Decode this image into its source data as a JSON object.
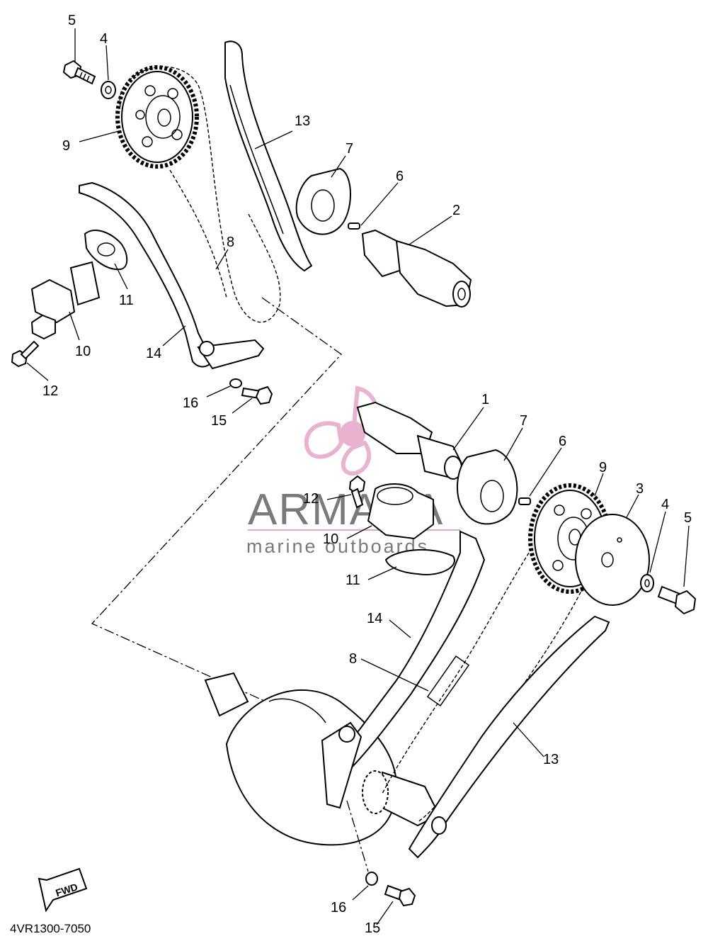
{
  "diagram_code": "4VR1300-7050",
  "fwd_label": "FWD",
  "watermark": {
    "brand": "ARMADA",
    "tagline": "marine outboards",
    "pink": "#e6a6c8",
    "grey": "#7a7a7a"
  },
  "labels": {
    "upper": {
      "p5": "5",
      "p4": "4",
      "p9": "9",
      "p13": "13",
      "p7": "7",
      "p6": "6",
      "p2": "2",
      "p8": "8",
      "p11": "11",
      "p10": "10",
      "p14": "14",
      "p12": "12",
      "p16": "16",
      "p15": "15"
    },
    "lower": {
      "p1": "1",
      "p7": "7",
      "p6": "6",
      "p9": "9",
      "p3": "3",
      "p4": "4",
      "p5": "5",
      "p12": "12",
      "p10": "10",
      "p11": "11",
      "p14": "14",
      "p8": "8",
      "p13": "13",
      "p16": "16",
      "p15": "15"
    }
  }
}
